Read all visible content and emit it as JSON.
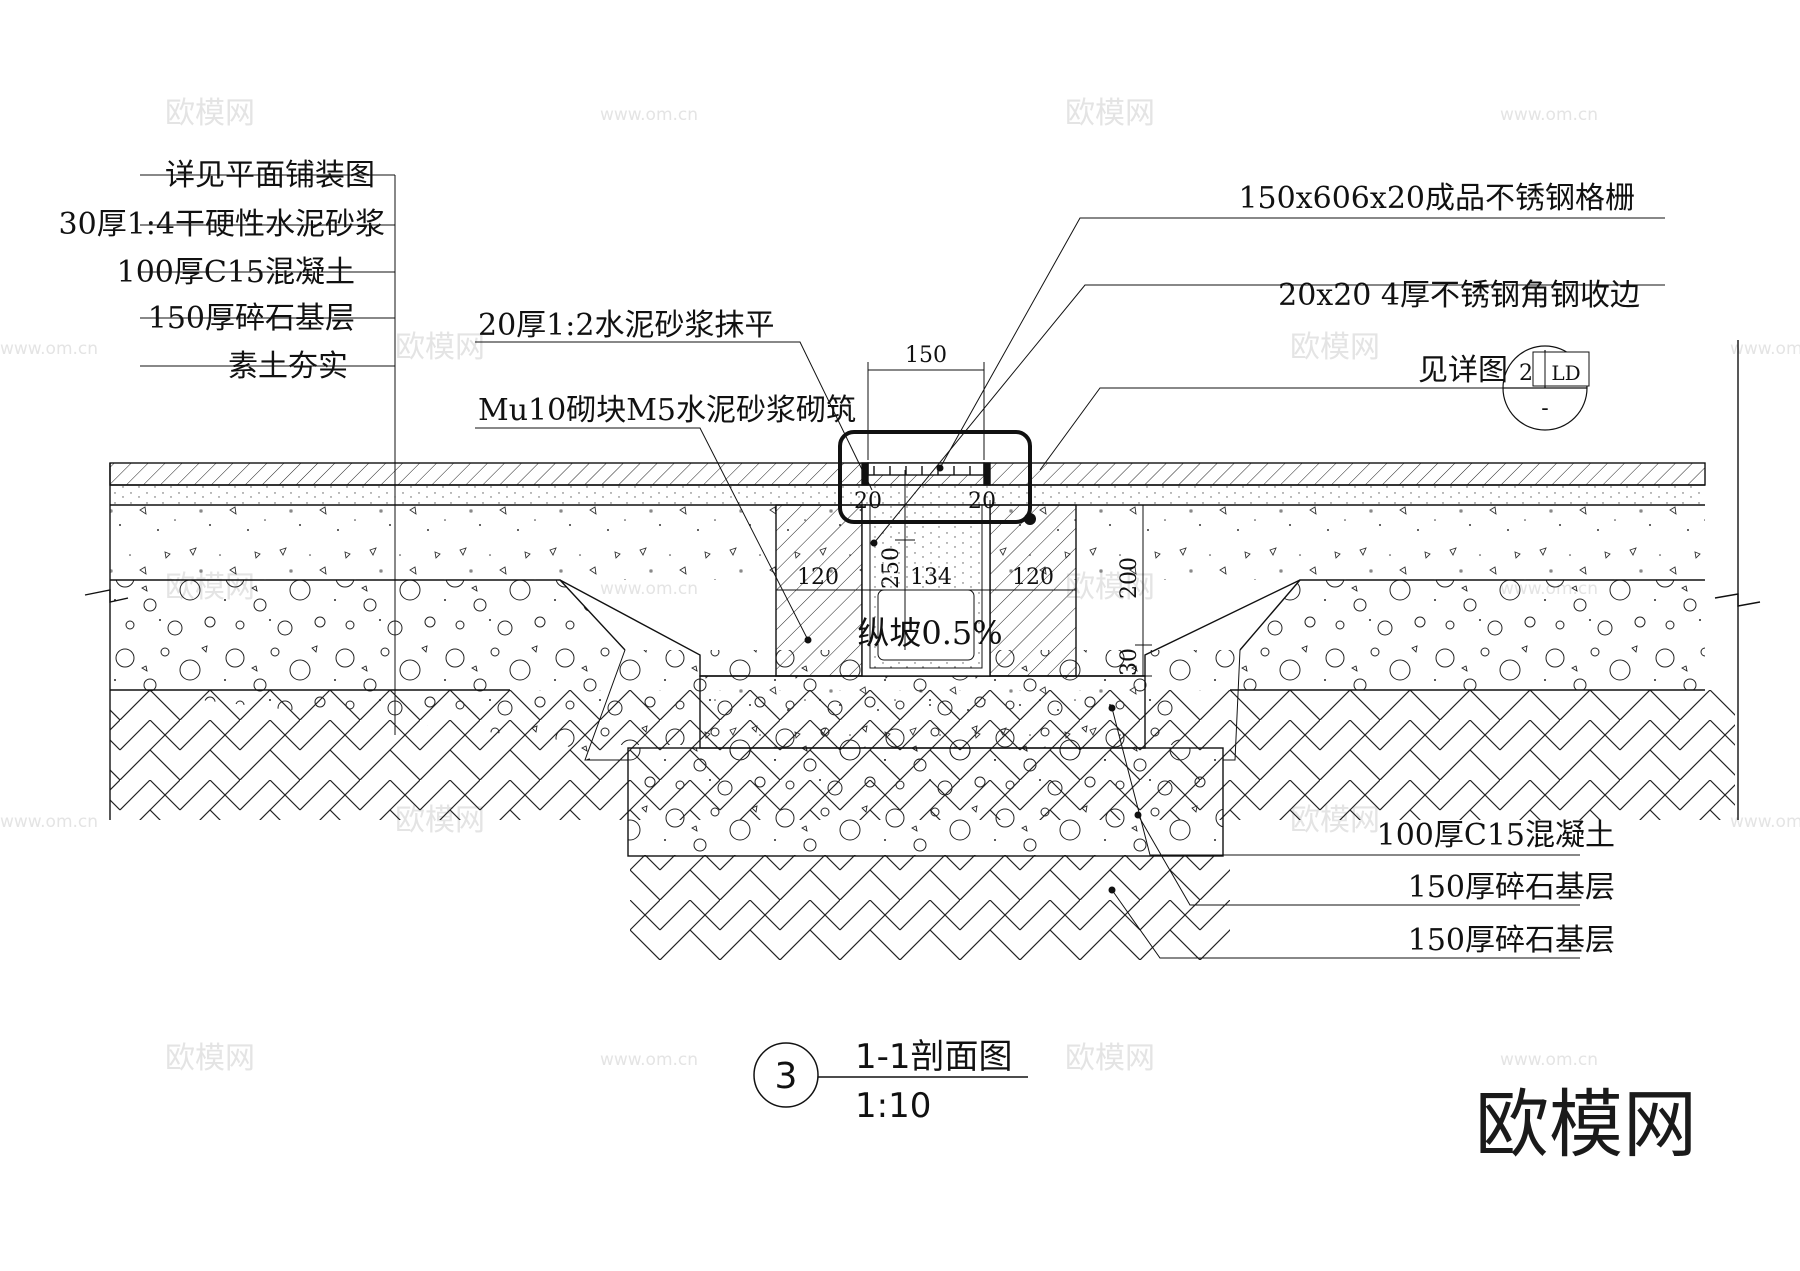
{
  "labels_left": {
    "l1": "详见平面铺装图",
    "l2": "30厚1:4干硬性水泥砂浆",
    "l3": "100厚C15混凝土",
    "l4": "150厚碎石基层",
    "l5": "素土夯实"
  },
  "labels_mid": {
    "mortar": "20厚1:2水泥砂浆抹平",
    "block": "Mu10砌块M5水泥砂浆砌筑"
  },
  "labels_right": {
    "grate": "150x606x20成品不锈钢格栅",
    "angle": "20x20  4厚不锈钢角钢收边",
    "detail": "见详图"
  },
  "detail_ref": {
    "num": "2",
    "sheet": "LD",
    "bottom": "-"
  },
  "labels_bottom": {
    "b1": "100厚C15混凝土",
    "b2": "150厚碎石基层",
    "b3": "150厚碎石基层"
  },
  "dims": {
    "d150": "150",
    "d20a": "20",
    "d20b": "20",
    "d120a": "120",
    "d250": "250",
    "d134": "134",
    "d120b": "120",
    "d200": "200",
    "d30": "30"
  },
  "slope": "纵坡0.5%",
  "caption": {
    "num": "3",
    "title": "1-1剖面图",
    "scale": "1:10"
  },
  "watermark": {
    "brand": "欧模网",
    "url": "www.om.cn"
  }
}
